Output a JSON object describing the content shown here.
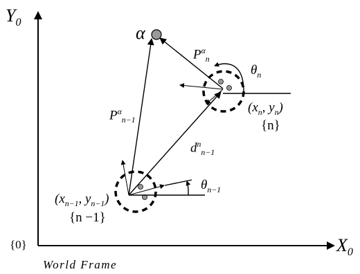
{
  "axes": {
    "y_label_base": "Y",
    "y_label_sub": "0",
    "x_label_base": "X",
    "x_label_sub": "0",
    "origin_label": "{0}",
    "caption": "World Frame"
  },
  "target": {
    "symbol": "α"
  },
  "vectors": {
    "p_n_alpha": {
      "base": "P",
      "sub": "n",
      "sup": "α"
    },
    "p_n1_alpha": {
      "base": "P",
      "sub": "n−1",
      "sup": "α"
    },
    "d_n1_n": {
      "base": "d",
      "sub": "n−1",
      "sup": "n"
    }
  },
  "robot_n": {
    "coord_label": "(x",
    "coord_x_sub": "n",
    "coord_mid": ", y",
    "coord_y_sub": "n",
    "coord_close": ")",
    "frame_label": "{n}",
    "angle_base": "θ",
    "angle_sub": "n"
  },
  "robot_n1": {
    "coord_label": "(x",
    "coord_x_sub": "n−1",
    "coord_mid": ", y",
    "coord_y_sub": "n−1",
    "coord_close": ")",
    "frame_label": "{n −1}",
    "angle_base": "θ",
    "angle_sub": "n−1"
  }
}
